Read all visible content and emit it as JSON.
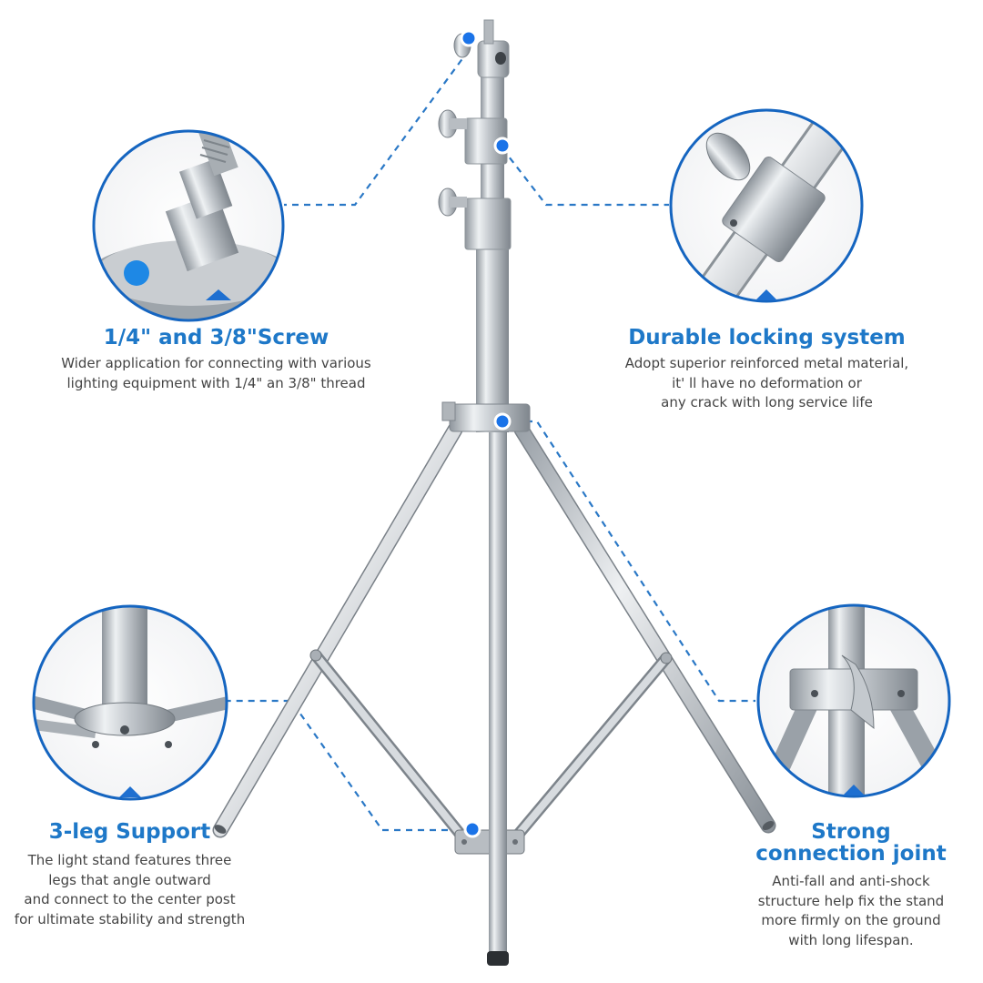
{
  "colors": {
    "accent": "#1e78c8",
    "dot": "#1a73e8",
    "ring": "#1565c0",
    "steel": "#c8ccd0"
  },
  "features": {
    "screw": {
      "title": "1/4\" and 3/8\"Screw",
      "lines": [
        "Wider application for connecting with various",
        "lighting equipment with 1/4\" an 3/8\" thread"
      ]
    },
    "locking": {
      "title": "Durable locking system",
      "lines": [
        "Adopt superior reinforced metal material,",
        "it' ll have no deformation or",
        "any crack  with long service life"
      ]
    },
    "legs": {
      "title": "3-leg Support",
      "lines": [
        "The light stand features three",
        "legs that angle outward",
        "and connect to the center post",
        "for ultimate stability and strength"
      ]
    },
    "joint": {
      "title_line1": "Strong",
      "title_line2": "connection joint",
      "lines": [
        "Anti-fall and anti-shock",
        "structure help fix the stand",
        "more firmly on the ground",
        "with long lifespan."
      ]
    }
  }
}
